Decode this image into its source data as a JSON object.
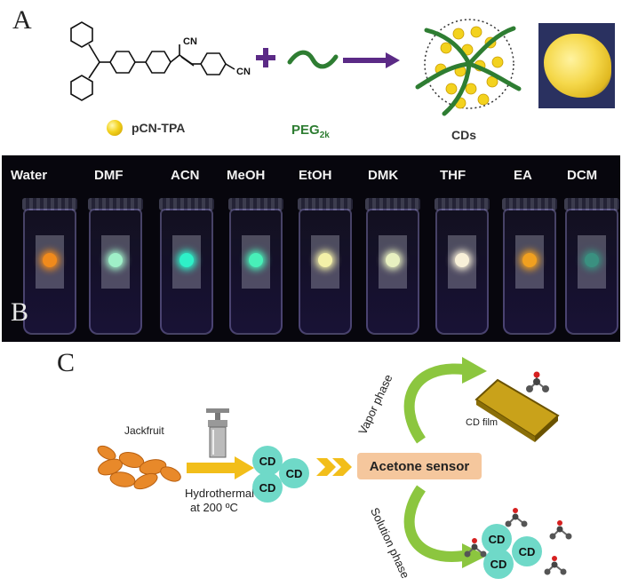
{
  "panels": {
    "a": "A",
    "b": "B",
    "c": "C"
  },
  "panel_a": {
    "molecule_label": "pCN-TPA",
    "cn_top": "CN",
    "cn_right": "CN",
    "peg_base": "PEG",
    "peg_sub": "2k",
    "product_label": "CDs"
  },
  "panel_b": {
    "vials": [
      {
        "solvent": "Water",
        "spot_color": "#f08a1c"
      },
      {
        "solvent": "DMF",
        "spot_color": "#9ff0c8"
      },
      {
        "solvent": "ACN",
        "spot_color": "#2ef0c8"
      },
      {
        "solvent": "MeOH",
        "spot_color": "#48f0b8"
      },
      {
        "solvent": "EtOH",
        "spot_color": "#f4f0a8"
      },
      {
        "solvent": "DMK",
        "spot_color": "#e8f0c0"
      },
      {
        "solvent": "THF",
        "spot_color": "#f8f0d8"
      },
      {
        "solvent": "EA",
        "spot_color": "#f0a020"
      },
      {
        "solvent": "DCM",
        "spot_color": "#3a9080"
      }
    ]
  },
  "panel_c": {
    "jackfruit_label": "Jackfruit",
    "process_label_1": "Hydrothermal",
    "process_label_2": "at 200 ºC",
    "cd_label": "CD",
    "sensor_label": "Acetone sensor",
    "vapor_label": "Vapor phase",
    "solution_label": "Solution phase",
    "film_label": "CD film"
  },
  "colors": {
    "arrow": "#f2be1a",
    "curve": "#8cc63f",
    "cd": "#6fd9c8",
    "sensor_box": "#f5c79d",
    "peg": "#2e7d32",
    "plus": "#5b2a86"
  }
}
